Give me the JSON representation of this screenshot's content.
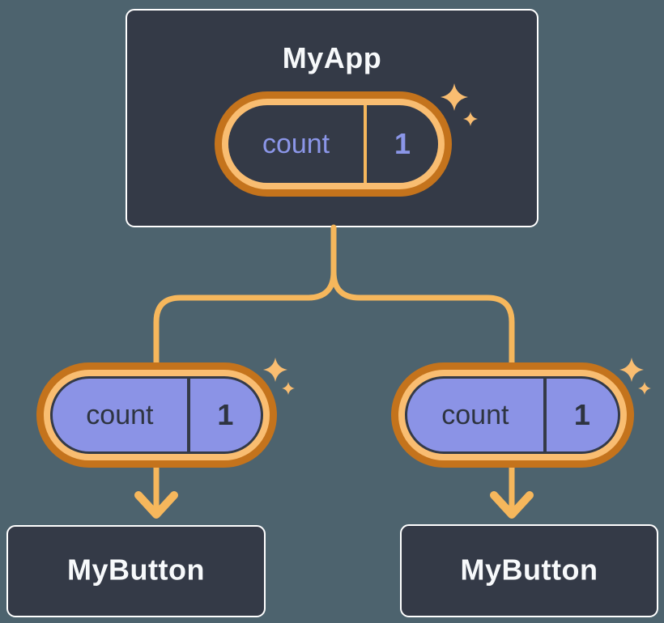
{
  "diagram": {
    "description": "React component tree showing state passed down as props",
    "root": {
      "title": "MyApp",
      "state_badge": {
        "label": "count",
        "value": "1"
      }
    },
    "children": [
      {
        "title": "MyButton",
        "state_badge": {
          "label": "count",
          "value": "1"
        }
      },
      {
        "title": "MyButton",
        "state_badge": {
          "label": "count",
          "value": "1"
        }
      }
    ],
    "icons": {
      "sparkle": "four-point-star"
    },
    "colors": {
      "background": "#4d636e",
      "node_fill": "#343a47",
      "node_border": "#ffffff",
      "node_text": "#f7f9fb",
      "pill_ring_outer": "#c4731c",
      "pill_ring_inner": "#f9bd71",
      "pill_fill_root": "#343a47",
      "pill_fill_child": "#8b93e6",
      "pill_text_root": "#8b96e8",
      "pill_text_child": "#2e3440",
      "connector": "#f6b75c",
      "sparkle": "#f9bd71"
    }
  }
}
